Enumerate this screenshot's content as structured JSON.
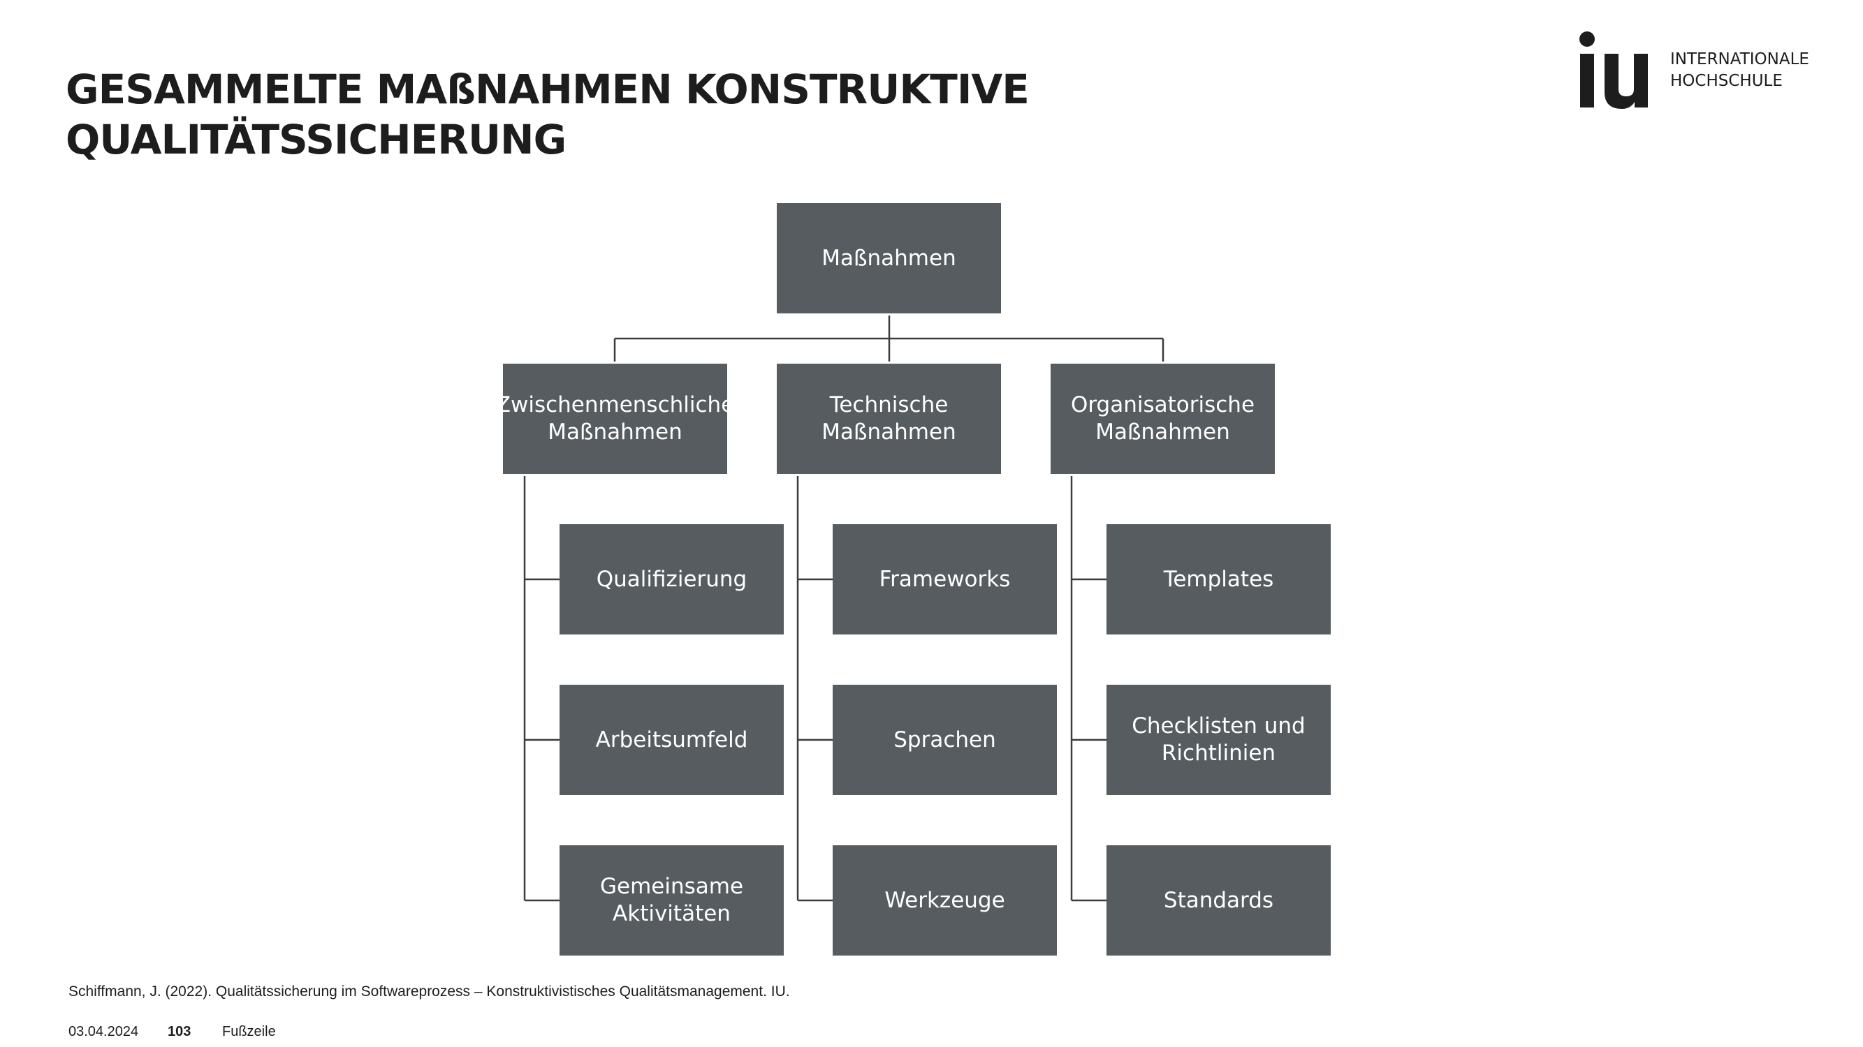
{
  "title": {
    "line1": "GESAMMELTE MAßNAHMEN KONSTRUKTIVE",
    "line2": "QUALITÄTSSICHERUNG"
  },
  "logo": {
    "mark": "iu",
    "line1": "INTERNATIONALE",
    "line2": "HOCHSCHULE"
  },
  "diagram": {
    "root": "Maßnahmen",
    "categories": [
      {
        "label": "Zwischenmenschliche\nMaßnahmen",
        "items": [
          "Qualifizierung",
          "Arbeitsumfeld",
          "Gemeinsame\nAktivitäten"
        ]
      },
      {
        "label": "Technische\nMaßnahmen",
        "items": [
          "Frameworks",
          "Sprachen",
          "Werkzeuge"
        ]
      },
      {
        "label": "Organisatorische\nMaßnahmen",
        "items": [
          "Templates",
          "Checklisten und\nRichtlinien",
          "Standards"
        ]
      }
    ],
    "colors": {
      "box": "#565c5f",
      "text": "#ffffff",
      "line": "#3c3c3c"
    }
  },
  "citation": "Schiffmann, J. (2022). Qualitätssicherung im Softwareprozess – Konstruktivistisches Qualitätsmanagement. IU.",
  "footer": {
    "date": "03.04.2024",
    "page": "103",
    "label": "Fußzeile"
  }
}
